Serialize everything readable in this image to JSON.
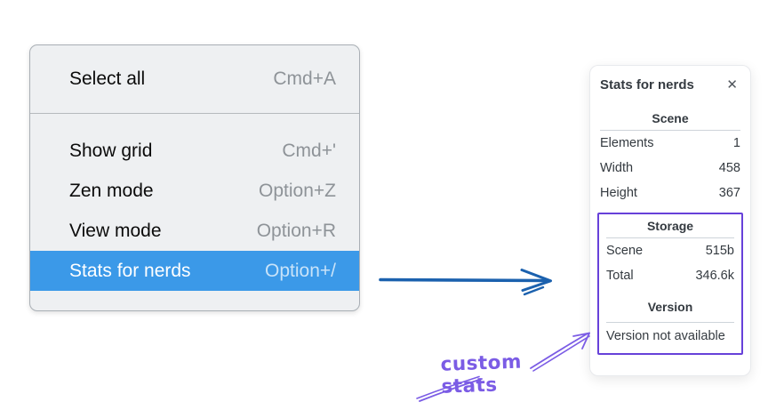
{
  "menu": {
    "items": [
      {
        "label": "Select all",
        "shortcut": "Cmd+A"
      },
      {
        "label": "Show grid",
        "shortcut": "Cmd+'"
      },
      {
        "label": "Zen mode",
        "shortcut": "Option+Z"
      },
      {
        "label": "View mode",
        "shortcut": "Option+R"
      },
      {
        "label": "Stats for nerds",
        "shortcut": "Option+/",
        "highlighted": true
      }
    ],
    "highlight_color": "#3b99e8"
  },
  "panel": {
    "title": "Stats for nerds",
    "close_icon": "✕",
    "scene": {
      "title": "Scene",
      "rows": [
        {
          "label": "Elements",
          "value": "1"
        },
        {
          "label": "Width",
          "value": "458"
        },
        {
          "label": "Height",
          "value": "367"
        }
      ]
    },
    "storage": {
      "title": "Storage",
      "rows": [
        {
          "label": "Scene",
          "value": "515b"
        },
        {
          "label": "Total",
          "value": "346.6k"
        }
      ]
    },
    "version": {
      "title": "Version",
      "note": "Version not available"
    }
  },
  "annotation": {
    "label": "custom stats",
    "text_color": "#7b5ce5",
    "box_color": "#6741d9"
  },
  "arrow_color": "#1b61ae"
}
